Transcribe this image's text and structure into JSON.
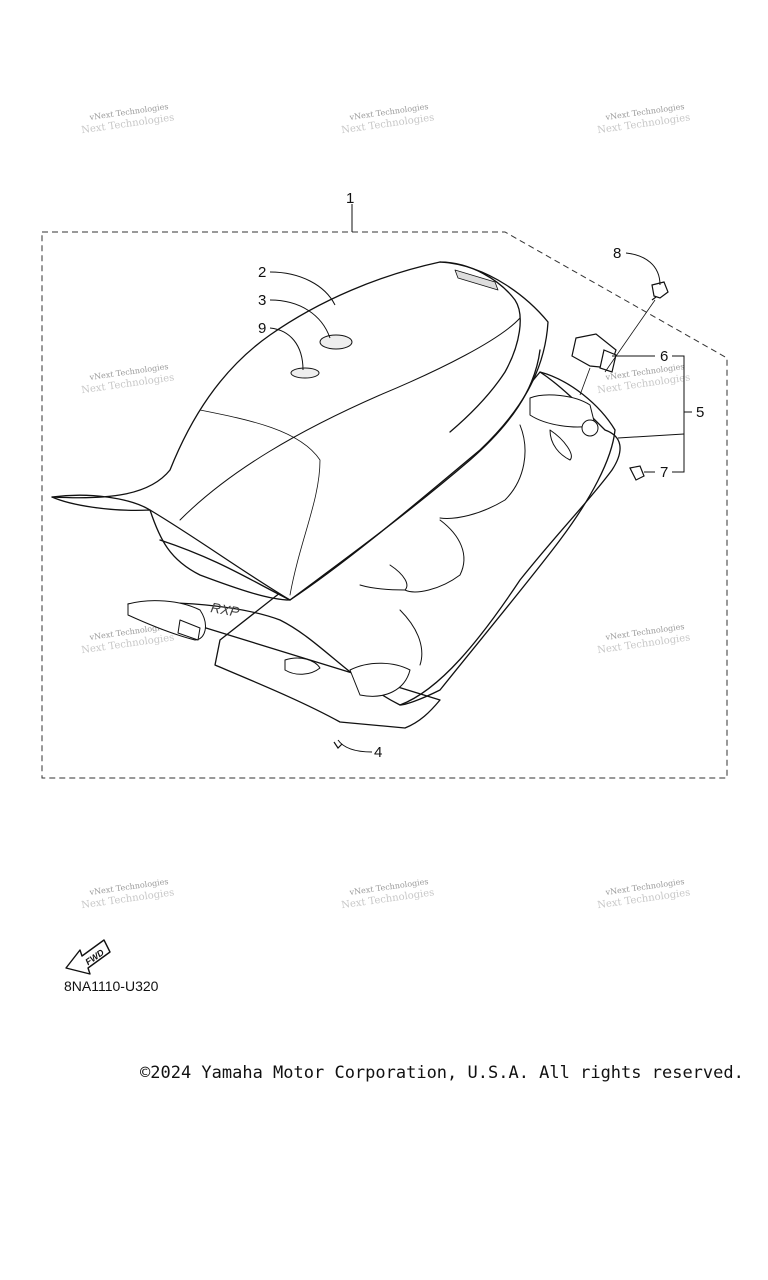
{
  "callouts": {
    "c1": "1",
    "c2": "2",
    "c3": "3",
    "c4": "4",
    "c5": "5",
    "c6": "6",
    "c7": "7",
    "c8": "8",
    "c9": "9"
  },
  "watermark": {
    "text": "vNext Technologies",
    "sub": "Next Technologies"
  },
  "fwd_label": "FWD",
  "seat_marking": "RXP",
  "part_code": "8NA1110-U320",
  "copyright": "©2024 Yamaha Motor Corporation, U.S.A. All rights reserved."
}
